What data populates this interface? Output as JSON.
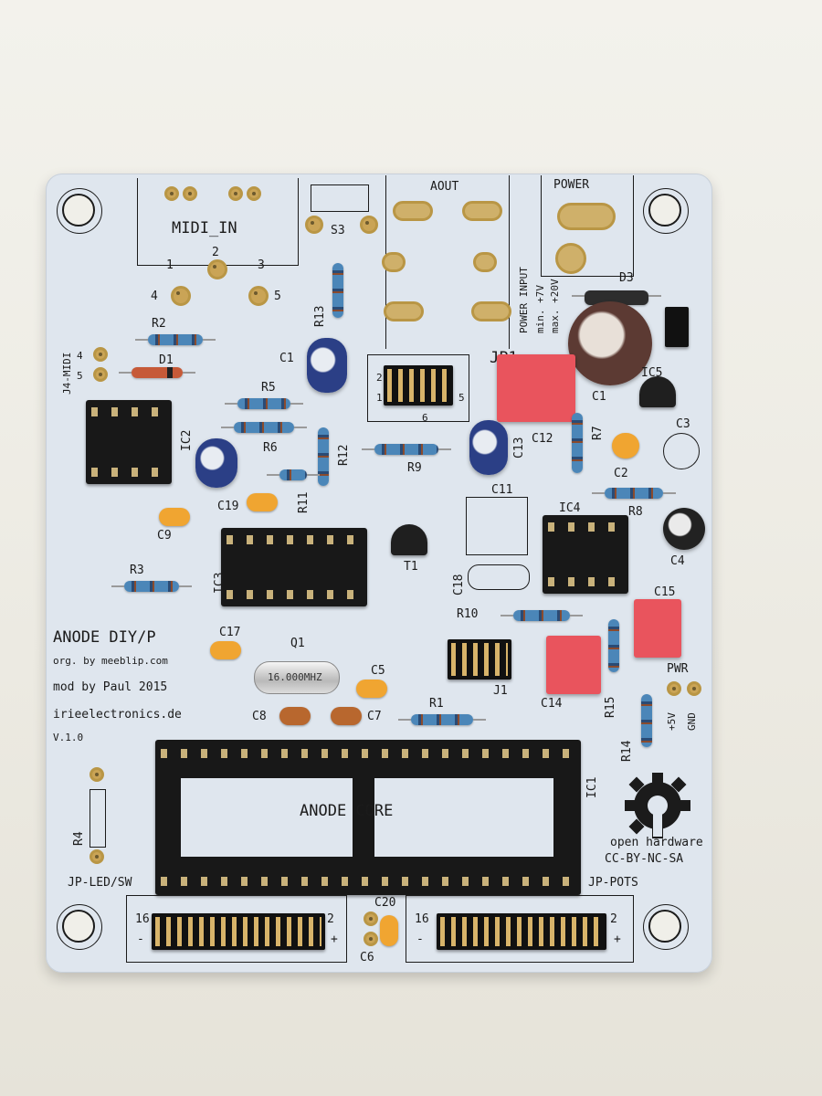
{
  "board": {
    "title": "ANODE DIY/P",
    "credit_original": "org. by meeblip.com",
    "credit_mod": "mod by Paul 2015",
    "website": "irieelectronics.de",
    "version": "V.1.0",
    "license_line1": "open hardware",
    "license_line2": "CC-BY-NC-SA",
    "core_label": "ANODE CORE",
    "crystal_marking": "16.000MHZ"
  },
  "labels": {
    "midi_in": "MIDI_IN",
    "aout": "AOUT",
    "power": "POWER",
    "power_input": "POWER INPUT",
    "power_min": "min. +7V",
    "power_max": "max. +20V",
    "pwr": "PWR",
    "plus5v": "+5V",
    "gnd": "GND",
    "jp_led_sw": "JP-LED/SW",
    "jp_pots": "JP-POTS",
    "j4_midi": "J4-MIDI",
    "jp1": "JP1"
  },
  "pin_numbers": {
    "midi_1": "1",
    "midi_2": "2",
    "midi_3": "3",
    "midi_4": "4",
    "midi_5": "5",
    "j4_4": "4",
    "j4_5": "5",
    "jp1_2": "2",
    "jp1_1": "1",
    "jp1_5": "5",
    "jp1_6": "6",
    "hdr_left_16": "16",
    "hdr_left_2": "2",
    "hdr_right_16": "16",
    "hdr_right_2": "2",
    "minus": "-",
    "plus": "+"
  },
  "refdes": {
    "R1": "R1",
    "R2": "R2",
    "R3": "R3",
    "R4": "R4",
    "R5": "R5",
    "R6": "R6",
    "R7": "R7",
    "R8": "R8",
    "R9": "R9",
    "R10": "R10",
    "R11": "R11",
    "R12": "R12",
    "R13": "R13",
    "R14": "R14",
    "R15": "R15",
    "C1a": "C1",
    "C1b": "C1",
    "C2": "C2",
    "C3": "C3",
    "C4": "C4",
    "C5": "C5",
    "C6": "C6",
    "C7": "C7",
    "C8": "C8",
    "C9": "C9",
    "C11": "C11",
    "C12": "C12",
    "C13": "C13",
    "C14": "C14",
    "C15": "C15",
    "C17": "C17",
    "C18": "C18",
    "C19": "C19",
    "C20": "C20",
    "D1": "D1",
    "D3": "D3",
    "IC1": "IC1",
    "IC2": "IC2",
    "IC3": "IC3",
    "IC4": "IC4",
    "IC5": "IC5",
    "Q1": "Q1",
    "T1": "T1",
    "J1": "J1",
    "S3": "S3"
  }
}
